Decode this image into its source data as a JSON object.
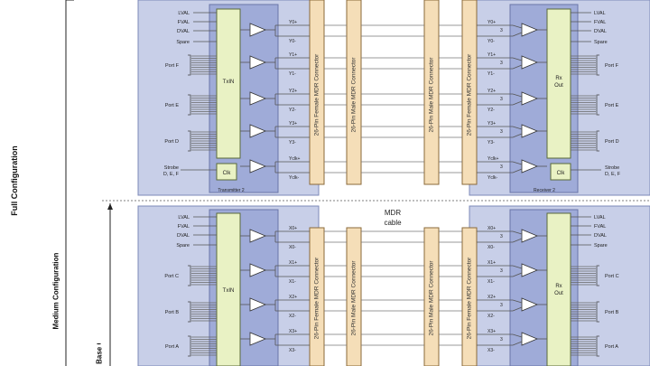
{
  "configs": {
    "full": "Full Configuration",
    "medium": "Medium Configuration",
    "base": "Base Configuration"
  },
  "cable": {
    "line1": "MDR",
    "line2": "cable"
  },
  "connectors": {
    "female": "26-Pin Female MDR Connector",
    "male": "26-Pin Male MDR Connector"
  },
  "transmitter_top": {
    "signals": [
      "LVAL",
      "FVAL",
      "DVAL",
      "Spare"
    ],
    "ports": [
      "Port F",
      "Port E",
      "Port D"
    ],
    "strobe": [
      "Strobe",
      "D, E, F"
    ],
    "block": "TxIN",
    "clk": "Clk",
    "label": "Transmitter 2",
    "outs": [
      "Y0+",
      "Y0-",
      "Y1+",
      "Y1-",
      "Y2+",
      "Y2-",
      "Y3+",
      "Y3-",
      "Yclk+",
      "Yclk-"
    ]
  },
  "receiver_top": {
    "signals": [
      "LVAL",
      "FVAL",
      "DVAL",
      "Spare"
    ],
    "ports": [
      "Port F",
      "Port E",
      "Port D"
    ],
    "strobe": [
      "Strobe",
      "D, E, F"
    ],
    "block": [
      "Rx",
      "Out"
    ],
    "clk": "Clk",
    "label": "Receiver 2",
    "ins": [
      "Y0+",
      "Y0-",
      "Y1+",
      "Y1-",
      "Y2+",
      "Y2-",
      "Y3+",
      "Y3-",
      "Yclk+",
      "Yclk-"
    ]
  },
  "transmitter_bottom": {
    "signals": [
      "LVAL",
      "FVAL",
      "DVAL",
      "Spare"
    ],
    "ports": [
      "Port C",
      "Port B",
      "Port A"
    ],
    "block": "TxIN",
    "outs": [
      "X0+",
      "X0-",
      "X1+",
      "X1-",
      "X2+",
      "X2-",
      "X3+",
      "X3-"
    ]
  },
  "receiver_bottom": {
    "signals": [
      "LVAL",
      "FVAL",
      "DVAL",
      "Spare"
    ],
    "ports": [
      "Port C",
      "Port B",
      "Port A"
    ],
    "block": [
      "Rx",
      "Out"
    ],
    "ins": [
      "X0+",
      "X0-",
      "X1+",
      "X1-",
      "X2+",
      "X2-",
      "X3+",
      "X3-"
    ]
  },
  "colors": {
    "panel": "#c8cfe8",
    "inner": "#9fabd8",
    "block": "#e9f2c4",
    "connector": "#f5deb8"
  }
}
